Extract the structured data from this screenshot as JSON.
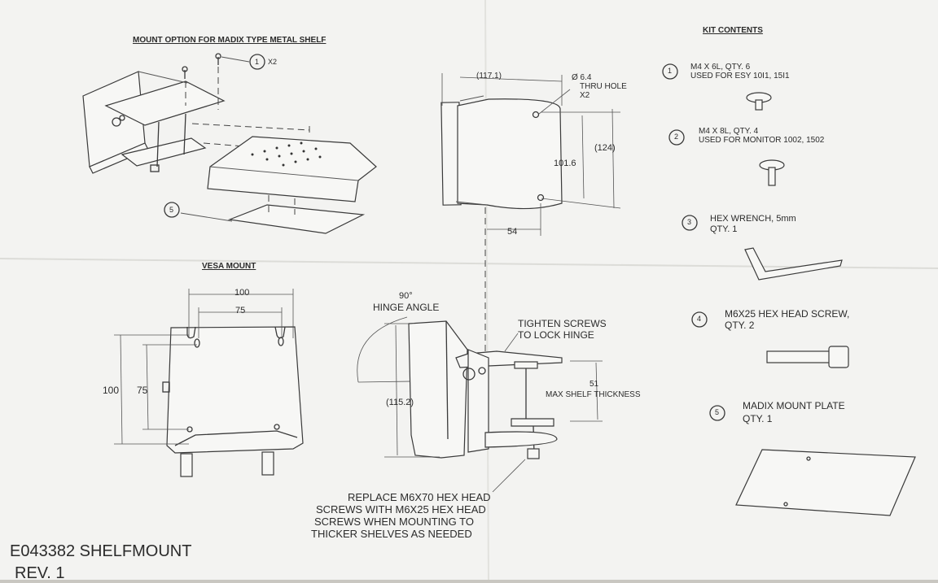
{
  "document": {
    "mount_option_title": "MOUNT OPTION FOR MADIX TYPE METAL SHELF",
    "vesa_title": "VESA MOUNT",
    "kit_title": "KIT CONTENTS",
    "footer": {
      "part_number": "E043382 SHELFMOUNT",
      "revision": "REV. 1"
    }
  },
  "shelf_callouts": {
    "item1_num": "1",
    "item1_qty": "X2",
    "item5_num": "5"
  },
  "side_dims": {
    "width": "(117.1)",
    "hole_dia": "Ø 6.4",
    "hole_line1": "THRU HOLE",
    "hole_line2": "X2",
    "height_outer": "(124)",
    "height_inner": "101.6",
    "offset": "54"
  },
  "vesa_dims": {
    "w100": "100",
    "w75": "75",
    "h100": "100",
    "h75": "75"
  },
  "hinge": {
    "angle_line1": "90°",
    "angle_line2": "HINGE ANGLE",
    "tighten_line1": "TIGHTEN SCREWS",
    "tighten_line2": "TO LOCK HINGE",
    "max_value": "51",
    "max_label": "MAX SHELF THICKNESS",
    "height": "(115.2)",
    "replace_line1": "REPLACE M6X70 HEX HEAD",
    "replace_line2": "SCREWS WITH M6X25 HEX HEAD",
    "replace_line3": "SCREWS WHEN MOUNTING TO",
    "replace_line4": "THICKER SHELVES AS NEEDED"
  },
  "kit": {
    "items": [
      {
        "num": "1",
        "line1": "M4 X 6L, QTY. 6",
        "line2": "USED FOR ESY 10I1, 15I1"
      },
      {
        "num": "2",
        "line1": "M4 X 8L, QTY. 4",
        "line2": "USED FOR MONITOR 1002, 1502"
      },
      {
        "num": "3",
        "line1": "HEX WRENCH, 5mm",
        "line2": "QTY. 1"
      },
      {
        "num": "4",
        "line1": "M6X25 HEX HEAD SCREW,",
        "line2": "QTY. 2"
      },
      {
        "num": "5",
        "line1": "MADIX MOUNT PLATE",
        "line2": "QTY. 1"
      }
    ]
  }
}
